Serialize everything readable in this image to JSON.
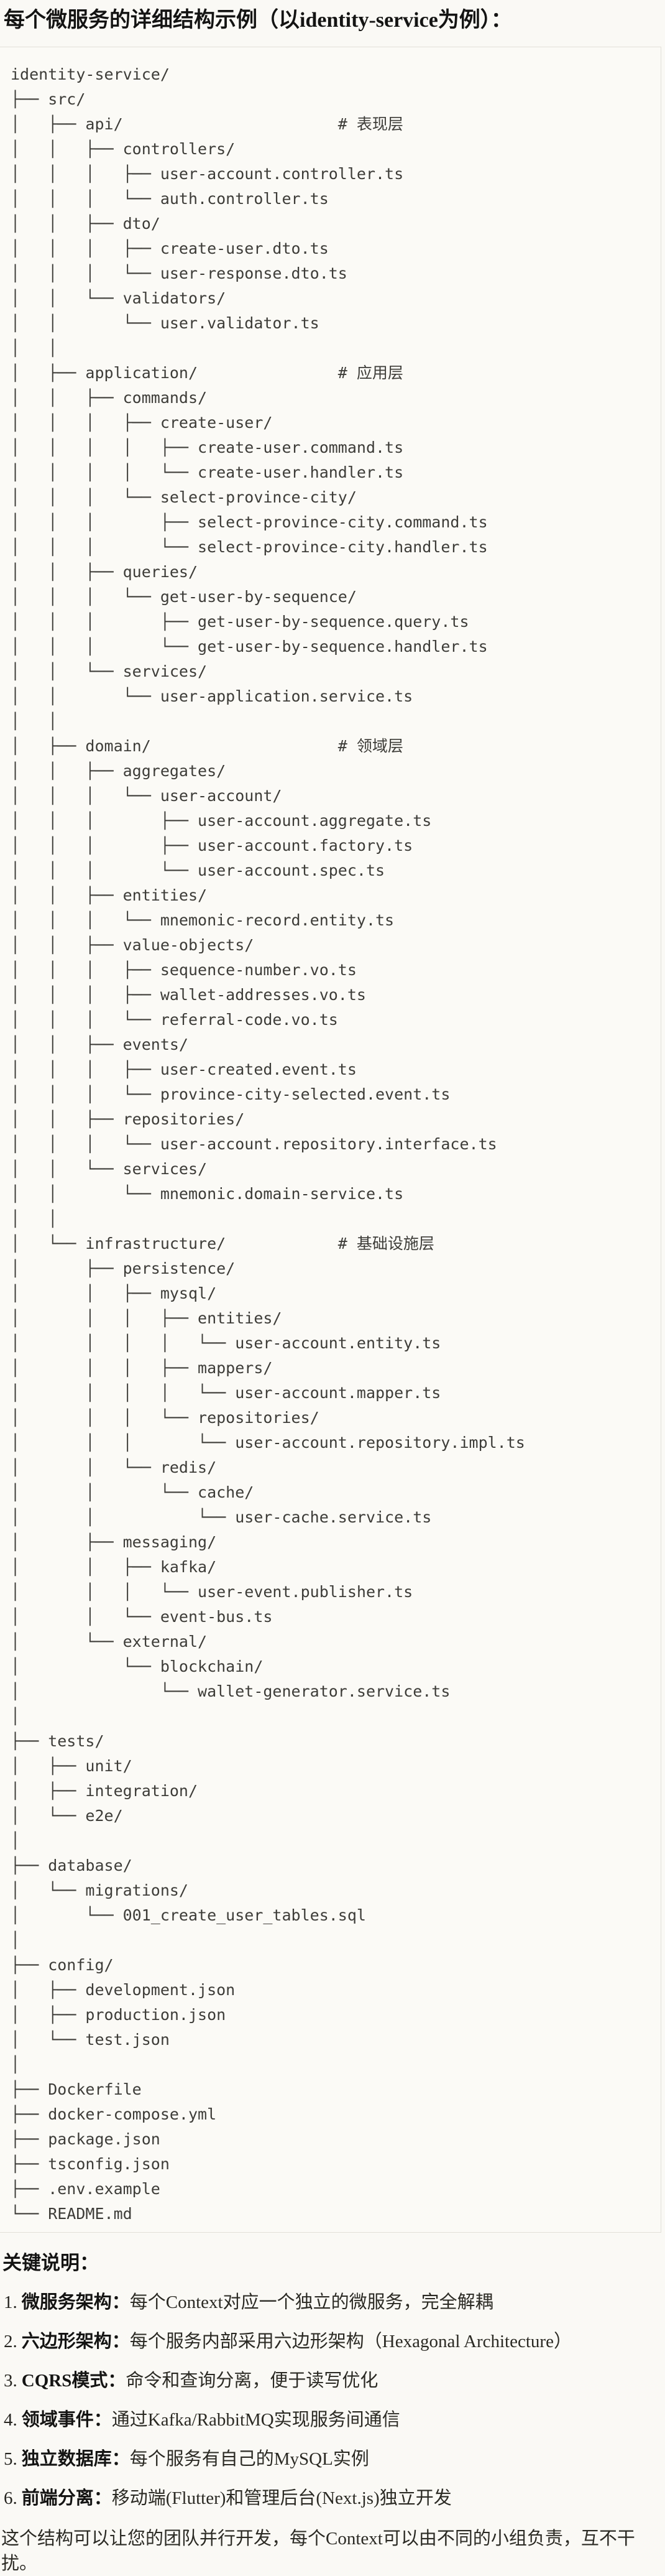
{
  "colors": {
    "page_bg": "#FAF9F5",
    "code_block_bg": "#FBFAF6",
    "code_block_border": "#E2E0D8",
    "code_text": "#3D3C38",
    "heading_text": "#141413",
    "body_text": "#2B2A24"
  },
  "heading": "每个微服务的详细结构示例（以identity-service为例）：",
  "tree": {
    "lines": [
      "identity-service/",
      "├── src/",
      "│   ├── api/                       # 表现层",
      "│   │   ├── controllers/",
      "│   │   │   ├── user-account.controller.ts",
      "│   │   │   └── auth.controller.ts",
      "│   │   ├── dto/",
      "│   │   │   ├── create-user.dto.ts",
      "│   │   │   └── user-response.dto.ts",
      "│   │   └── validators/",
      "│   │       └── user.validator.ts",
      "│   │",
      "│   ├── application/               # 应用层",
      "│   │   ├── commands/",
      "│   │   │   ├── create-user/",
      "│   │   │   │   ├── create-user.command.ts",
      "│   │   │   │   └── create-user.handler.ts",
      "│   │   │   └── select-province-city/",
      "│   │   │       ├── select-province-city.command.ts",
      "│   │   │       └── select-province-city.handler.ts",
      "│   │   ├── queries/",
      "│   │   │   └── get-user-by-sequence/",
      "│   │   │       ├── get-user-by-sequence.query.ts",
      "│   │   │       └── get-user-by-sequence.handler.ts",
      "│   │   └── services/",
      "│   │       └── user-application.service.ts",
      "│   │",
      "│   ├── domain/                    # 领域层",
      "│   │   ├── aggregates/",
      "│   │   │   └── user-account/",
      "│   │   │       ├── user-account.aggregate.ts",
      "│   │   │       ├── user-account.factory.ts",
      "│   │   │       └── user-account.spec.ts",
      "│   │   ├── entities/",
      "│   │   │   └── mnemonic-record.entity.ts",
      "│   │   ├── value-objects/",
      "│   │   │   ├── sequence-number.vo.ts",
      "│   │   │   ├── wallet-addresses.vo.ts",
      "│   │   │   └── referral-code.vo.ts",
      "│   │   ├── events/",
      "│   │   │   ├── user-created.event.ts",
      "│   │   │   └── province-city-selected.event.ts",
      "│   │   ├── repositories/",
      "│   │   │   └── user-account.repository.interface.ts",
      "│   │   └── services/",
      "│   │       └── mnemonic.domain-service.ts",
      "│   │",
      "│   └── infrastructure/            # 基础设施层",
      "│       ├── persistence/",
      "│       │   ├── mysql/",
      "│       │   │   ├── entities/",
      "│       │   │   │   └── user-account.entity.ts",
      "│       │   │   ├── mappers/",
      "│       │   │   │   └── user-account.mapper.ts",
      "│       │   │   └── repositories/",
      "│       │   │       └── user-account.repository.impl.ts",
      "│       │   └── redis/",
      "│       │       └── cache/",
      "│       │           └── user-cache.service.ts",
      "│       ├── messaging/",
      "│       │   ├── kafka/",
      "│       │   │   └── user-event.publisher.ts",
      "│       │   └── event-bus.ts",
      "│       └── external/",
      "│           └── blockchain/",
      "│               └── wallet-generator.service.ts",
      "│",
      "├── tests/",
      "│   ├── unit/",
      "│   ├── integration/",
      "│   └── e2e/",
      "│",
      "├── database/",
      "│   └── migrations/",
      "│       └── 001_create_user_tables.sql",
      "│",
      "├── config/",
      "│   ├── development.json",
      "│   ├── production.json",
      "│   └── test.json",
      "│",
      "├── Dockerfile",
      "├── docker-compose.yml",
      "├── package.json",
      "├── tsconfig.json",
      "├── .env.example",
      "└── README.md"
    ]
  },
  "notes": {
    "heading": "关键说明：",
    "items": [
      {
        "num": "1.",
        "term": "微服务架构：",
        "desc": "每个Context对应一个独立的微服务，完全解耦"
      },
      {
        "num": "2.",
        "term": "六边形架构：",
        "desc": "每个服务内部采用六边形架构（Hexagonal Architecture）"
      },
      {
        "num": "3.",
        "term": "CQRS模式：",
        "desc": "命令和查询分离，便于读写优化"
      },
      {
        "num": "4.",
        "term": "领域事件：",
        "desc": "通过Kafka/RabbitMQ实现服务间通信"
      },
      {
        "num": "5.",
        "term": "独立数据库：",
        "desc": "每个服务有自己的MySQL实例"
      },
      {
        "num": "6.",
        "term": "前端分离：",
        "desc": "移动端(Flutter)和管理后台(Next.js)独立开发"
      }
    ],
    "footer": "这个结构可以让您的团队并行开发，每个Context可以由不同的小组负责，互不干扰。"
  }
}
